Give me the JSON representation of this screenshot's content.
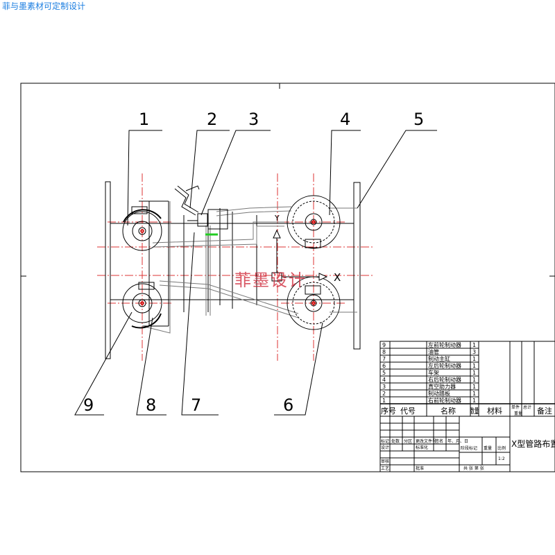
{
  "watermark_top": "菲与墨素材可定制设计",
  "watermark_center": "菲墨设计",
  "callouts": [
    "1",
    "2",
    "3",
    "4",
    "5",
    "6",
    "7",
    "8",
    "9"
  ],
  "axis_marks": {
    "x": "X",
    "y": "Y"
  },
  "bom": {
    "rows": [
      {
        "no": "9",
        "name": "左前轮制动器",
        "qty": "1"
      },
      {
        "no": "8",
        "name": "油管",
        "qty": "3"
      },
      {
        "no": "7",
        "name": "制动主缸",
        "qty": "1"
      },
      {
        "no": "6",
        "name": "左后轮制动器",
        "qty": "1"
      },
      {
        "no": "5",
        "name": "车架",
        "qty": "1"
      },
      {
        "no": "4",
        "name": "右后轮制动器",
        "qty": "1"
      },
      {
        "no": "3",
        "name": "真空助力器",
        "qty": "1"
      },
      {
        "no": "2",
        "name": "制动踏板",
        "qty": "1"
      },
      {
        "no": "1",
        "name": "右前轮制动器",
        "qty": "1"
      }
    ],
    "header": {
      "no": "序号",
      "code": "代号",
      "name": "名称",
      "qty": "数量",
      "material": "材料",
      "unit_wt": "单件",
      "total_wt": "总计",
      "weight": "重量",
      "remark": "备注"
    }
  },
  "title_block": {
    "drawing_title": "X型管路布置",
    "row_labels": [
      "标记",
      "处数",
      "分区",
      "更改文件号",
      "签名",
      "年、月、日"
    ],
    "design": "设计",
    "standardize": "标准化",
    "stage": "阶段标记",
    "weight": "重量",
    "scale": "比例",
    "scale_value": "1:2",
    "review": "审核",
    "process": "工艺",
    "approve": "批准",
    "sheets": "共  张  第  张"
  }
}
